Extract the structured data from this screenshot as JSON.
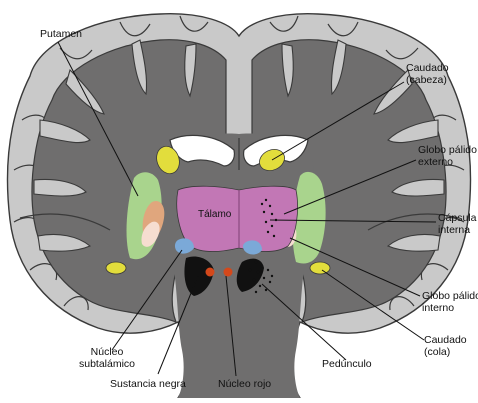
{
  "labels": {
    "putamen": "Putamen",
    "caudado_cabeza": [
      "Caudado",
      "(cabeza)"
    ],
    "globo_palido_externo": [
      "Globo pálido",
      "externo"
    ],
    "talamo": "Tálamo",
    "capsula_interna": [
      "Cápsula",
      "interna"
    ],
    "globo_palido_interno": [
      "Globo pálido",
      "interno"
    ],
    "caudado_cola": [
      "Caudado",
      "(cola)"
    ],
    "nucleo_subtalamico": [
      "Núcleo",
      "subtalámico"
    ],
    "pedunculo": "Pedúnculo",
    "sustancia_negra": "Sustancia negra",
    "nucleo_rojo": "Núcleo rojo"
  },
  "colors": {
    "cortex": "#c9c9c9",
    "white_matter": "#6f6e6e",
    "outline": "#3a3a3a",
    "putamen": "#a9d48d",
    "caudado": "#e2dd3c",
    "globo_externo": "#e0a67d",
    "globo_interno": "#f6ddd0",
    "talamo": "#c277b5",
    "subtalamico": "#7ba9d8",
    "sustancia_negra": "#111111",
    "nucleo_rojo": "#d4481b",
    "ventricle": "#ffffff"
  }
}
